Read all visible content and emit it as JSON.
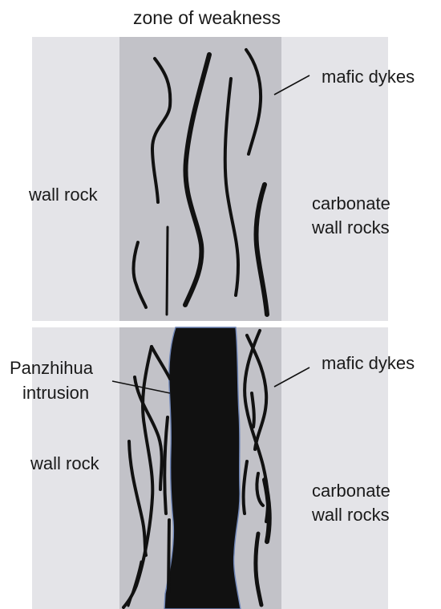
{
  "title": "zone of weakness",
  "colors": {
    "wall_rock": "#e4e4e8",
    "weakness_zone": "#c2c2c8",
    "dyke": "#111111",
    "intrusion": "#111111",
    "intrusion_outline": "#6f86b8",
    "text": "#1a1a1a"
  },
  "top_panel": {
    "left_label": "wall rock",
    "right_label_line1": "carbonate",
    "right_label_line2": "wall rocks",
    "dyke_label": "mafic dykes"
  },
  "bottom_panel": {
    "left_label": "wall rock",
    "right_label_line1": "carbonate",
    "right_label_line2": "wall rocks",
    "dyke_label": "mafic dykes",
    "intrusion_label_line1": "Panzhihua",
    "intrusion_label_line2": "intrusion"
  }
}
